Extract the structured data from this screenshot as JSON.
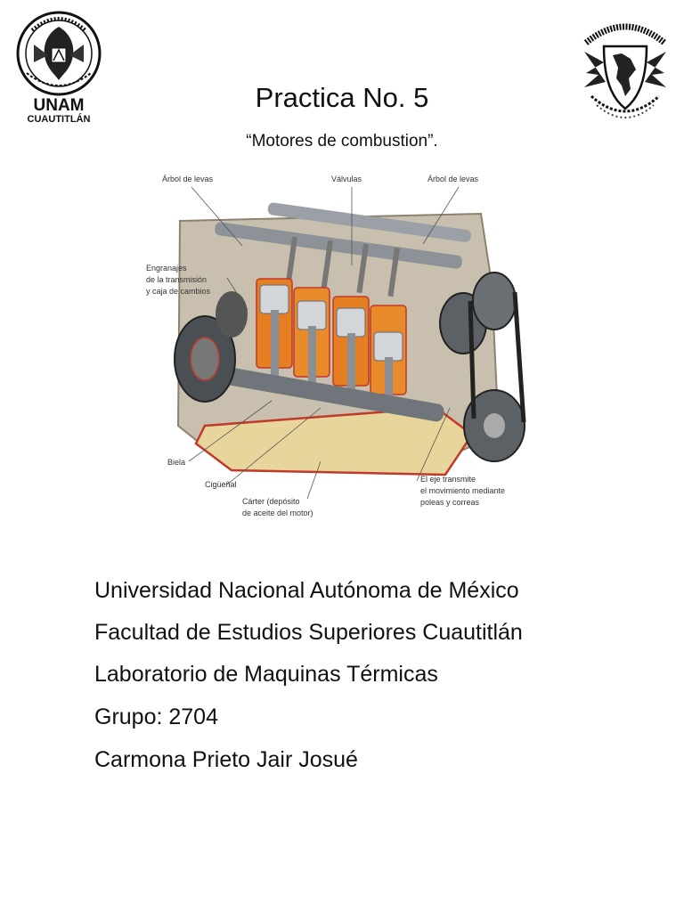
{
  "header": {
    "left_logo": {
      "name": "UNAM",
      "sub": "CUAUTITLÁN"
    },
    "title": "Practica No. 5",
    "subtitle": "“Motores de combustion”."
  },
  "diagram": {
    "labels": {
      "arbol1": "Árbol de levas",
      "valvulas": "Válvulas",
      "arbol2": "Árbol de levas",
      "engranajes_1": "Engranajes",
      "engranajes_2": "de la transmisión",
      "engranajes_3": "y caja de cambios",
      "biela": "Biela",
      "cigueñal": "Cigüeñal",
      "carter_1": "Cárter (depósito",
      "carter_2": "de aceite del motor)",
      "eje_1": "El eje transmite",
      "eje_2": "el movimiento mediante",
      "eje_3": "poleas y correas"
    }
  },
  "info": {
    "university": "Universidad Nacional Autónoma de México",
    "faculty": "Facultad de Estudios Superiores Cuautitlán",
    "lab": "Laboratorio de Maquinas Térmicas",
    "group": "Grupo: 2704",
    "student": "Carmona Prieto Jair Josué"
  }
}
